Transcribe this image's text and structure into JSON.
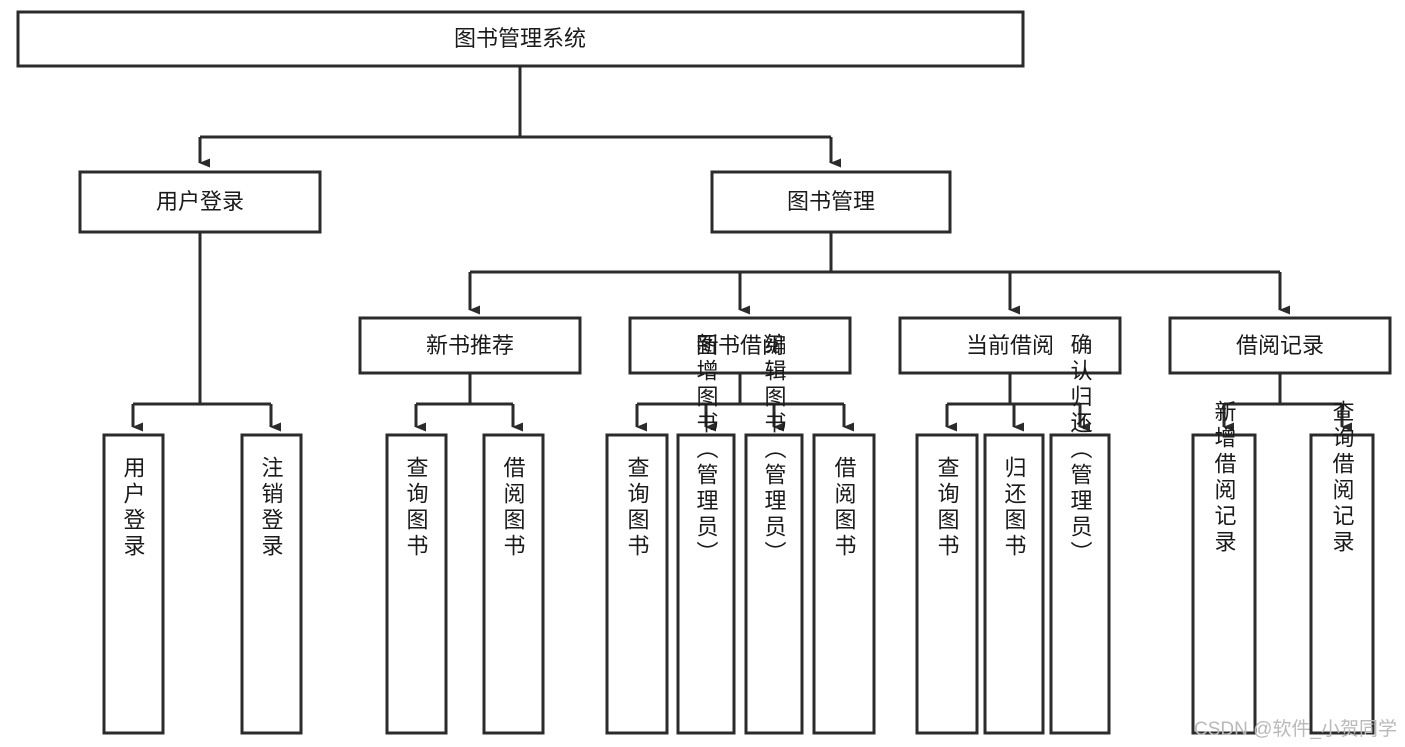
{
  "diagram": {
    "type": "tree-hierarchy-chart",
    "title": "图书管理系统",
    "background_color": "#ffffff",
    "line_color": "#2b2b2b",
    "text_color": "#1a1a1a",
    "root": {
      "id": "root",
      "label": "图书管理系统",
      "orientation": "horizontal"
    },
    "level2": [
      {
        "id": "user-login",
        "label": "用户登录",
        "orientation": "horizontal"
      },
      {
        "id": "book-manage",
        "label": "图书管理",
        "orientation": "horizontal"
      }
    ],
    "level3": [
      {
        "id": "new-book-recommend",
        "label": "新书推荐",
        "parent": "book-manage",
        "orientation": "horizontal"
      },
      {
        "id": "book-borrow",
        "label": "图书借阅",
        "parent": "book-manage",
        "orientation": "horizontal"
      },
      {
        "id": "current-borrow",
        "label": "当前借阅",
        "parent": "book-manage",
        "orientation": "horizontal"
      },
      {
        "id": "borrow-record",
        "label": "借阅记录",
        "parent": "book-manage",
        "orientation": "horizontal"
      }
    ],
    "leaves": [
      {
        "id": "leaf-user-login",
        "label": "用户登录",
        "parent": "user-login",
        "orientation": "vertical"
      },
      {
        "id": "leaf-logout-login",
        "label": "注销登录",
        "parent": "user-login",
        "orientation": "vertical"
      },
      {
        "id": "leaf-query-book-1",
        "label": "查询图书",
        "parent": "new-book-recommend",
        "orientation": "vertical"
      },
      {
        "id": "leaf-borrow-book-1",
        "label": "借阅图书",
        "parent": "new-book-recommend",
        "orientation": "vertical"
      },
      {
        "id": "leaf-query-book-2",
        "label": "查询图书",
        "parent": "book-borrow",
        "orientation": "vertical"
      },
      {
        "id": "leaf-add-book",
        "label": "新增图书（管理员）",
        "parent": "book-borrow",
        "orientation": "vertical"
      },
      {
        "id": "leaf-edit-book",
        "label": "编辑图书（管理员）",
        "parent": "book-borrow",
        "orientation": "vertical"
      },
      {
        "id": "leaf-borrow-book-2",
        "label": "借阅图书",
        "parent": "book-borrow",
        "orientation": "vertical"
      },
      {
        "id": "leaf-query-book-3",
        "label": "查询图书",
        "parent": "current-borrow",
        "orientation": "vertical"
      },
      {
        "id": "leaf-return-book",
        "label": "归还图书",
        "parent": "current-borrow",
        "orientation": "vertical"
      },
      {
        "id": "leaf-confirm-return",
        "label": "确认归还（管理员）",
        "parent": "current-borrow",
        "orientation": "vertical"
      },
      {
        "id": "leaf-add-record",
        "label": "新增借阅记录",
        "parent": "borrow-record",
        "orientation": "vertical"
      },
      {
        "id": "leaf-query-record",
        "label": "查询借阅记录",
        "parent": "borrow-record",
        "orientation": "vertical"
      }
    ]
  },
  "watermark": {
    "text": "CSDN @软件_小贺同学"
  }
}
